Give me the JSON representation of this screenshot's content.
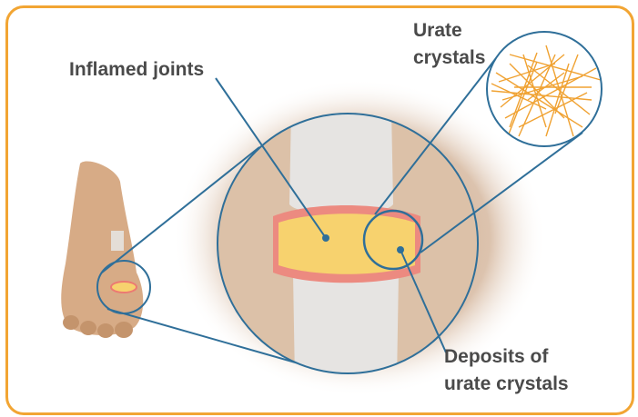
{
  "labels": {
    "inflamed_joints": "Inflamed joints",
    "urate_crystals": [
      "Urate",
      "crystals"
    ],
    "deposits": [
      "Deposits of",
      "urate crystals"
    ]
  },
  "colors": {
    "frame": "#f2a533",
    "leader_line": "#2f6f99",
    "skin": "#d7ab86",
    "bone": "#e2e0de",
    "inflamed_cartilage": "#f7d26e",
    "inflammation": "#ec7a72",
    "crystals": "#f0a232",
    "label_text": "#4a4a4a"
  }
}
